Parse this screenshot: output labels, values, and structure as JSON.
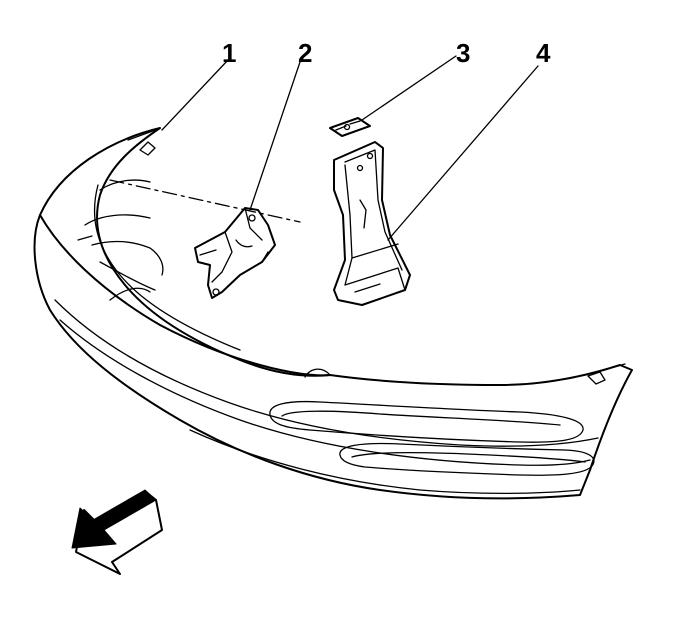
{
  "callouts": [
    {
      "id": "1",
      "label": "1"
    },
    {
      "id": "2",
      "label": "2"
    },
    {
      "id": "3",
      "label": "3"
    },
    {
      "id": "4",
      "label": "4"
    }
  ],
  "colors": {
    "ink": "#000000",
    "paper": "#ffffff"
  },
  "icons": {
    "direction_arrow": "front-direction-arrow-icon"
  }
}
